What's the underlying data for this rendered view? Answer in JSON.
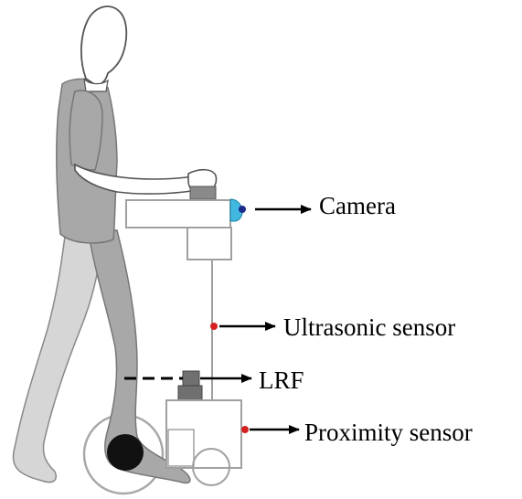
{
  "labels": {
    "camera": "Camera",
    "ultrasonic": "Ultrasonic sensor",
    "lrf": "LRF",
    "proximity": "Proximity sensor"
  },
  "colors": {
    "body_skin": "#ffffff",
    "body_clothing": "#a8a8a8",
    "rear_leg": "#d6d6d6",
    "walker_line": "#a0a0a0",
    "camera_lens": "#41b8e0",
    "camera_core": "#1a2a8a",
    "sensor_dot": "#d42020",
    "lrf_block": "#707070",
    "wheel_fill": "#111111"
  },
  "icons": [
    "person-silhouette",
    "walker-robot",
    "camera-icon",
    "ultrasonic-sensor-dot",
    "laser-range-finder-icon",
    "proximity-sensor-dot",
    "wheel-icon"
  ]
}
